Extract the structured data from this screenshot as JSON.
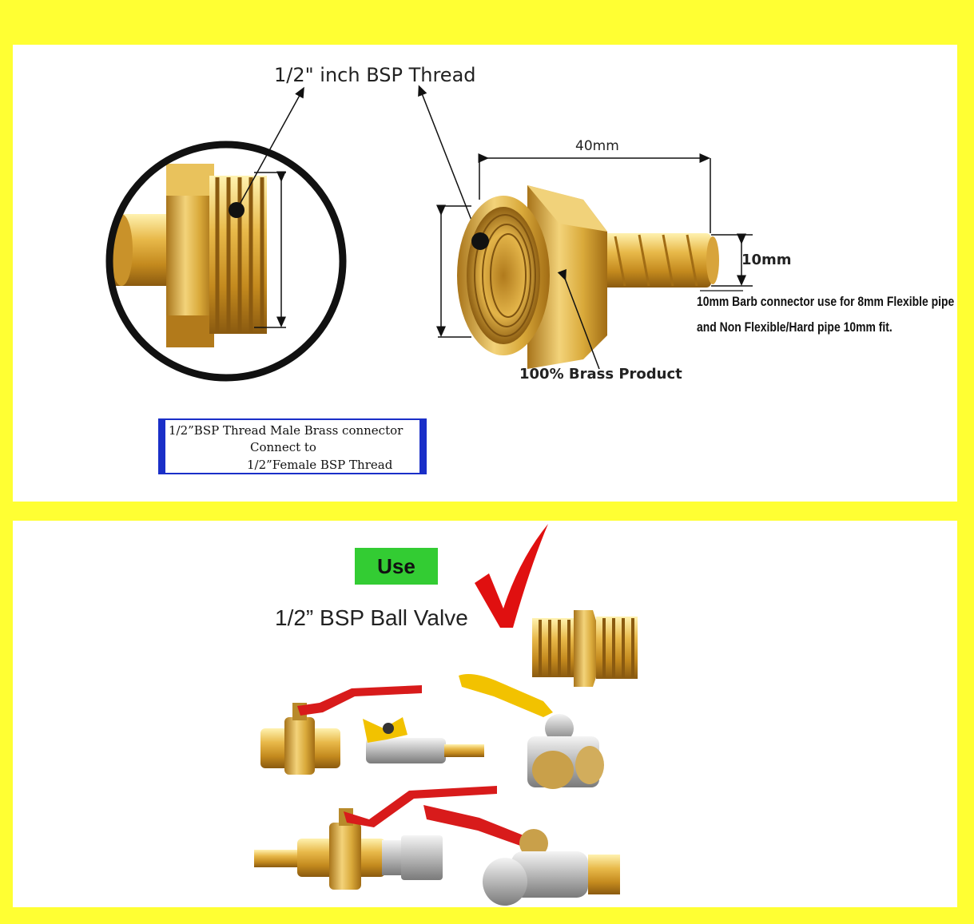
{
  "top_panel": {
    "thread_label": "1/2\" inch BSP Thread",
    "length_label": "40mm",
    "barb_label": "10mm",
    "barb_note_line1": "10mm Barb connector use for 8mm Flexible pipe",
    "barb_note_line2": "and Non Flexible/Hard pipe 10mm fit.",
    "brass_label": "100% Brass Product",
    "info_box": {
      "line1": "1/2”BSP Thread Male Brass connector",
      "line2": "Connect to",
      "line3": "1/2”Female BSP Thread"
    }
  },
  "bottom_panel": {
    "use_badge": "Use",
    "valve_label": "1/2” BSP Ball Valve"
  },
  "colors": {
    "background": "#ffff33",
    "panel": "#ffffff",
    "brass": "#d9a93a",
    "badge_green": "#33cc33",
    "box_border": "#1a2fc8",
    "checkmark": "#e01010",
    "handle_red": "#d81b1b",
    "handle_yellow": "#f2c200"
  }
}
